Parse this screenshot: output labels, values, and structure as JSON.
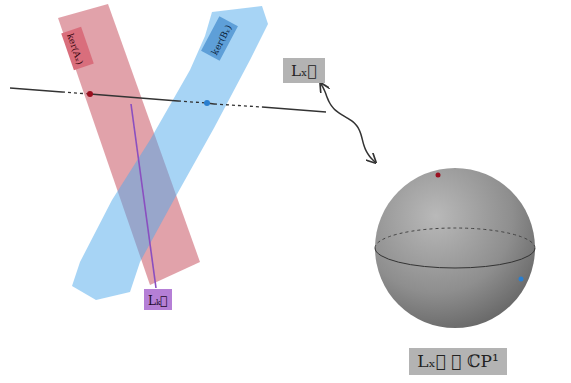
{
  "diagram": {
    "nodes": [
      {
        "text": [
          "Lₓ⃗"
        ]
      },
      {
        "text": [
          "Lₖ⃗"
        ]
      },
      {
        "text": [
          "ker(Aₓ)"
        ]
      },
      {
        "text": [
          "ker(Bₓ)"
        ]
      },
      {
        "text": [
          "Lₓ⃗ ≅ ℂP¹"
        ]
      }
    ],
    "edges": [
      {
        "from": 0,
        "to": 4,
        "arrow": "both"
      }
    ]
  }
}
